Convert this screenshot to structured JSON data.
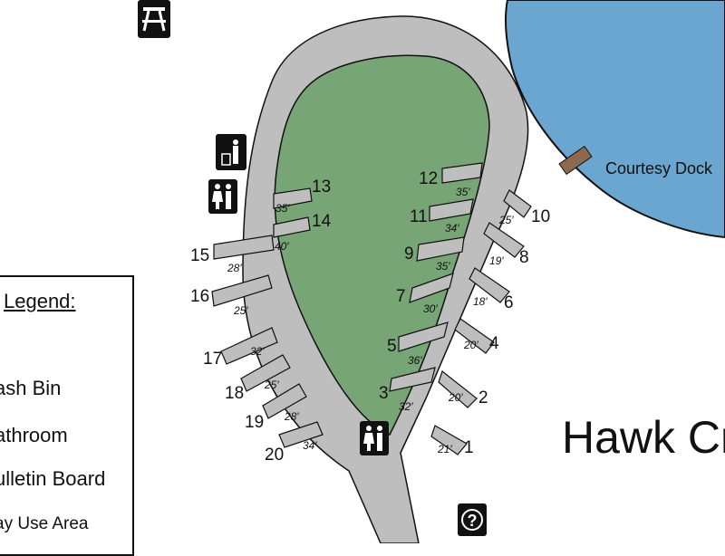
{
  "map": {
    "dock_label": "Courtesy Dock",
    "area_label": "Hawk Cre",
    "colors": {
      "water": "#6aa6cf",
      "grass": "#78a575",
      "road": "#bebebe",
      "dock": "#8b6a4f",
      "ink": "#111111"
    },
    "sites": [
      {
        "num": "1",
        "length": "21′"
      },
      {
        "num": "2",
        "length": "20′"
      },
      {
        "num": "3",
        "length": "32′"
      },
      {
        "num": "4",
        "length": "20′"
      },
      {
        "num": "5",
        "length": "36′"
      },
      {
        "num": "6",
        "length": "18′"
      },
      {
        "num": "7",
        "length": "30′"
      },
      {
        "num": "8",
        "length": "19′"
      },
      {
        "num": "9",
        "length": "35′"
      },
      {
        "num": "10",
        "length": "25′"
      },
      {
        "num": "11",
        "length": "34′"
      },
      {
        "num": "12",
        "length": "35′"
      },
      {
        "num": "13",
        "length": "35′"
      },
      {
        "num": "14",
        "length": "40′"
      },
      {
        "num": "15",
        "length": "28′"
      },
      {
        "num": "16",
        "length": "25′"
      },
      {
        "num": "17",
        "length": "32′"
      },
      {
        "num": "18",
        "length": "25′"
      },
      {
        "num": "19",
        "length": "28′"
      },
      {
        "num": "20",
        "length": "34′"
      }
    ],
    "icons": [
      "picnic-table-icon",
      "trash-bin-icon",
      "restroom-icon",
      "restroom-icon",
      "info-icon"
    ]
  },
  "legend": {
    "title": "Legend:",
    "items": [
      "ash Bin",
      "athroom",
      "ulletin Board",
      "ay Use Area"
    ]
  }
}
